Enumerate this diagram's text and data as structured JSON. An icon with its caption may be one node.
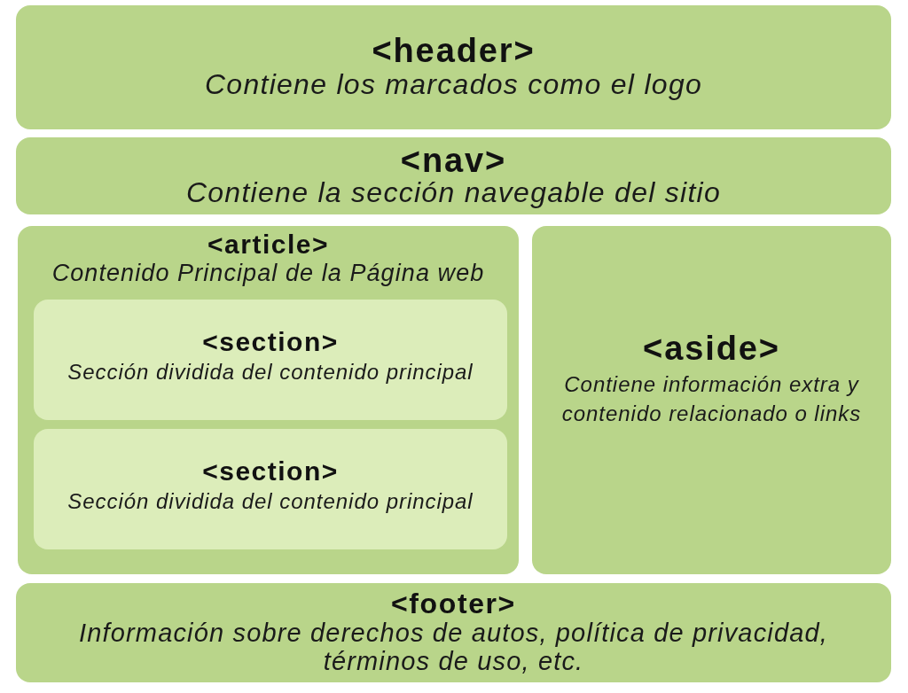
{
  "diagram": {
    "nodes": [
      {
        "text": [
          "<header>",
          "Contiene los marcados como el logo"
        ]
      },
      {
        "text": [
          "<nav>",
          "Contiene la sección navegable del sitio"
        ]
      },
      {
        "text": [
          "<article>",
          "Contenido Principal de la Página web"
        ]
      },
      {
        "text": [
          "<section>",
          "Sección dividida del contenido principal"
        ],
        "in": 2
      },
      {
        "text": [
          "<section>",
          "Sección dividida del contenido principal"
        ],
        "in": 2
      },
      {
        "text": [
          "<aside>",
          "Contiene información extra y contenido relacionado o links"
        ]
      },
      {
        "text": [
          "<footer>",
          "Información sobre derechos de autos, política de privacidad, términos de uso, etc."
        ]
      }
    ]
  }
}
